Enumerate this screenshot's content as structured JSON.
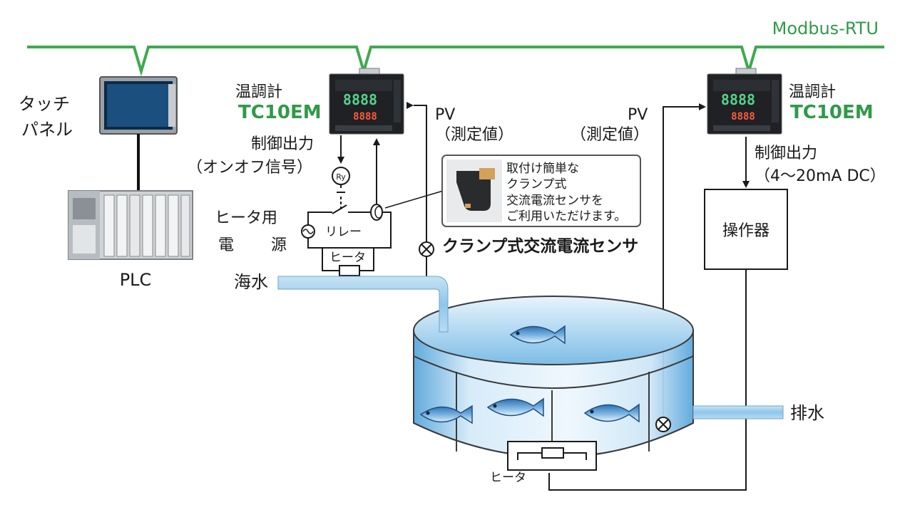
{
  "network": {
    "label": "Modbus-RTU"
  },
  "touch_panel": {
    "label_line1": "タッチ",
    "label_line2": "パネル"
  },
  "plc": {
    "label": "PLC"
  },
  "controller_left": {
    "caption": "温調計",
    "model": "TC10EM",
    "output_label": "制御出力",
    "output_type": "（オンオフ信号）",
    "pv_label": "PV",
    "pv_desc": "（測定値）",
    "display_top": "8888",
    "display_bottom": "8888"
  },
  "controller_right": {
    "caption": "温調計",
    "model": "TC10EM",
    "output_label": "制御出力",
    "output_type": "（4～20mA DC）",
    "pv_label": "PV",
    "pv_desc": "（測定値）",
    "display_top": "8888",
    "display_bottom": "8888"
  },
  "heater_circuit": {
    "power_line1": "ヒータ用",
    "power_line2a": "電",
    "power_line2b": "源",
    "relay": "リレー",
    "relay_coil": "Ry",
    "heater": "ヒータ"
  },
  "sensor_callout": {
    "line1": "取付け簡単な",
    "line2": "クランプ式",
    "line3": "交流電流センサを",
    "line4": "ご利用いただけます。",
    "caption": "クランプ式交流電流センサ"
  },
  "actuator": {
    "label": "操作器"
  },
  "seawater": {
    "label": "海水"
  },
  "drain": {
    "label": "排水"
  },
  "tank_heater": {
    "label": "ヒータ"
  },
  "colors": {
    "network": "#3daa4f",
    "water": "#a9d3ee",
    "water_dark": "#6cb3e0",
    "tank_fill": "#cfe6f6"
  }
}
